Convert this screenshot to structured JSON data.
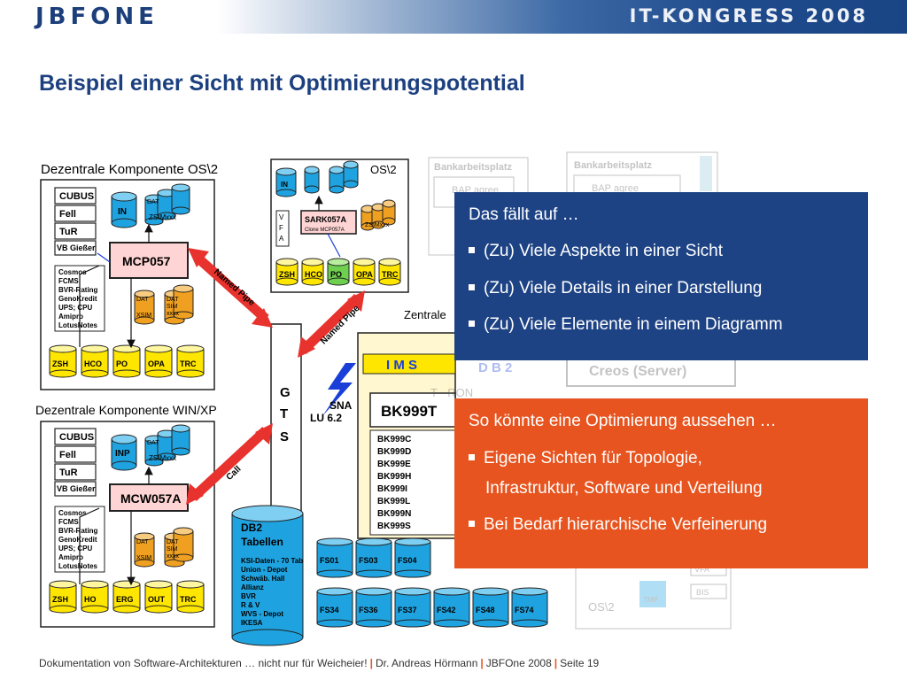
{
  "header": {
    "logo": "JBFONE",
    "congress": "IT-KONGRESS 2008"
  },
  "title": "Beispiel einer Sicht mit Optimierungspotential",
  "diagram": {
    "os2_panel_title": "Dezentrale Komponente OS\\2",
    "winxp_panel_title": "Dezentrale Komponente WIN/XP",
    "small_os2_title": "OS\\2",
    "left_stack": [
      "CUBUS",
      "Fell",
      "TuR",
      "VB Gießer"
    ],
    "left_list_top": [
      "Cosmos",
      "FCMS",
      "BVR-Rating",
      "GenoKredit",
      "UPS; CPU",
      "Amipro",
      "LotusNotes"
    ],
    "left_list_bottom": [
      "Cosmos",
      "FCMS",
      "BVR-Rating",
      "GenoKredit",
      "UPS; CPU",
      "Amipro",
      "LotusNotes"
    ],
    "mcp": "MCP057",
    "mcw": "MCW057A",
    "in_label": "IN",
    "inp_label": "INP",
    "dat": "DAT",
    "zsim": "ZSIMxxx",
    "xsim": "XSIM",
    "sim": "SIM",
    "xxxx": "xxxx",
    "top_cylinders": [
      "ZSH",
      "HCO",
      "PO",
      "OPA",
      "TRC"
    ],
    "bottom_cylinders": [
      "ZSH",
      "HO",
      "ERG",
      "OUT",
      "TRC"
    ],
    "os2_small_cylinders": [
      "ZSH",
      "HCO",
      "PO",
      "OPA",
      "TRC"
    ],
    "vfa": [
      "V",
      "F",
      "A"
    ],
    "sark": "SARK057A",
    "sark_sub": "Clone MCP057A",
    "named_pipe": "Named Pipe",
    "call": "Call",
    "gts": [
      "G",
      "T",
      "S"
    ],
    "sna": "SNA",
    "lu": "LU 6.2",
    "zentrale": "Zentrale",
    "ims": "I M S",
    "db2_top": "D B 2",
    "t_ron": "T - RON",
    "bk_main": "BK999T",
    "bk_list": [
      "BK999C",
      "BK999D",
      "BK999E",
      "BK999H",
      "BK999I",
      "BK999L",
      "BK999N",
      "BK999S"
    ],
    "db2_tables_title": "DB2",
    "db2_tables_sub": "Tabellen",
    "db2_list": [
      "KSI-Daten - 70 Tab",
      "Union - Depot",
      "Schwäb. Hall",
      "Allianz",
      "BVR",
      "R & V",
      "WVS - Depot",
      "IKESA"
    ],
    "fs_row1": [
      "FS01",
      "FS03",
      "FS04"
    ],
    "fs_row2": [
      "FS34",
      "FS36",
      "FS37",
      "FS42",
      "FS48",
      "FS74"
    ],
    "bankarbeitsplatz": "Bankarbeitsplatz",
    "bap": "BAP agree",
    "creos": "Creos (Server)",
    "vfa_right": "VFA",
    "bis": "BIS",
    "tmp": "TMP",
    "os2_right": "OS\\2"
  },
  "panel_blue": {
    "heading": "Das fällt auf …",
    "bullets": [
      "(Zu) Viele Aspekte in einer Sicht",
      "(Zu) Viele Details in einer Darstellung",
      "(Zu) Viele Elemente in einem Diagramm"
    ]
  },
  "panel_orange": {
    "heading": "So könnte eine Optimierung aussehen …",
    "bullet1_line1": "Eigene Sichten für Topologie,",
    "bullet1_line2": "Infrastruktur, Software und Verteilung",
    "bullet2": "Bei Bedarf hierarchische Verfeinerung"
  },
  "footer": {
    "part1": "Dokumentation von Software-Architekturen … nicht nur für Weicheier!",
    "part2": "Dr. Andreas Hörmann",
    "part3": "JBFOne 2008",
    "part4": "Seite 19"
  },
  "colors": {
    "blue_panel": "#1e4385",
    "orange_panel": "#e7541f",
    "title": "#1b3f7f",
    "cylinder_yellow": "#ffe600",
    "cylinder_blue": "#1fa3e0",
    "cylinder_green": "#6fcf4f",
    "cylinder_orange": "#f0a020",
    "pink_box": "#ffd4d4",
    "arrow_red": "#e8322d"
  }
}
